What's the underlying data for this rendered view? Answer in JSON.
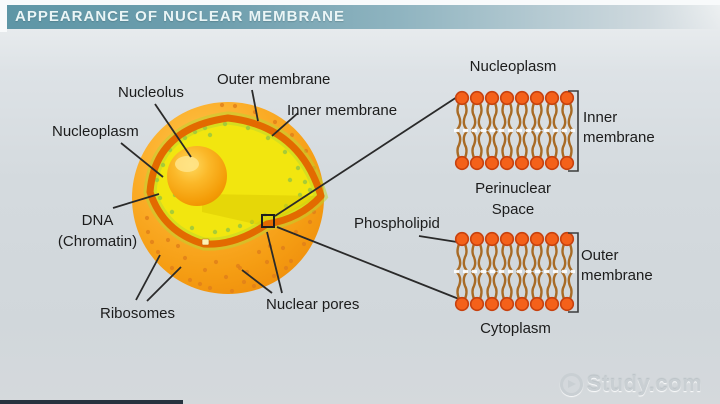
{
  "title": "APPEARANCE OF NUCLEAR MEMBRANE",
  "watermark": {
    "brand": "Study.com"
  },
  "colors": {
    "title_bar_teal": "#5e96a6",
    "sphere_orange": "#f9a826",
    "membrane_rim_orange": "#e36a00",
    "nucleoplasm_yellow": "#f2e60f",
    "chromatin_green": "#9fc93c",
    "lipid_head_orange": "#f4611a",
    "lipid_head_outline": "#c7410e",
    "lipid_tail_brown": "#a86b26",
    "label_black": "#1c1c1c",
    "background_gray": "#d4dade"
  },
  "nucleus_labels": {
    "nucleolus": "Nucleolus",
    "outer_membrane": "Outer membrane",
    "inner_membrane": "Inner membrane",
    "nucleoplasm": "Nucleoplasm",
    "dna_line1": "DNA",
    "dna_line2": "(Chromatin)",
    "ribosomes": "Ribosomes",
    "nuclear_pores": "Nuclear pores"
  },
  "inner_membrane_panel": {
    "top_label": "Nucleoplasm",
    "bracket_label_line1": "Inner",
    "bracket_label_line2": "membrane",
    "bottom_label_line1": "Perinuclear",
    "bottom_label_line2": "Space",
    "heads_per_row": 8
  },
  "outer_membrane_panel": {
    "pointer_label": "Phospholipid",
    "bracket_label_line1": "Outer",
    "bracket_label_line2": "membrane",
    "bottom_label": "Cytoplasm",
    "heads_per_row": 8
  }
}
